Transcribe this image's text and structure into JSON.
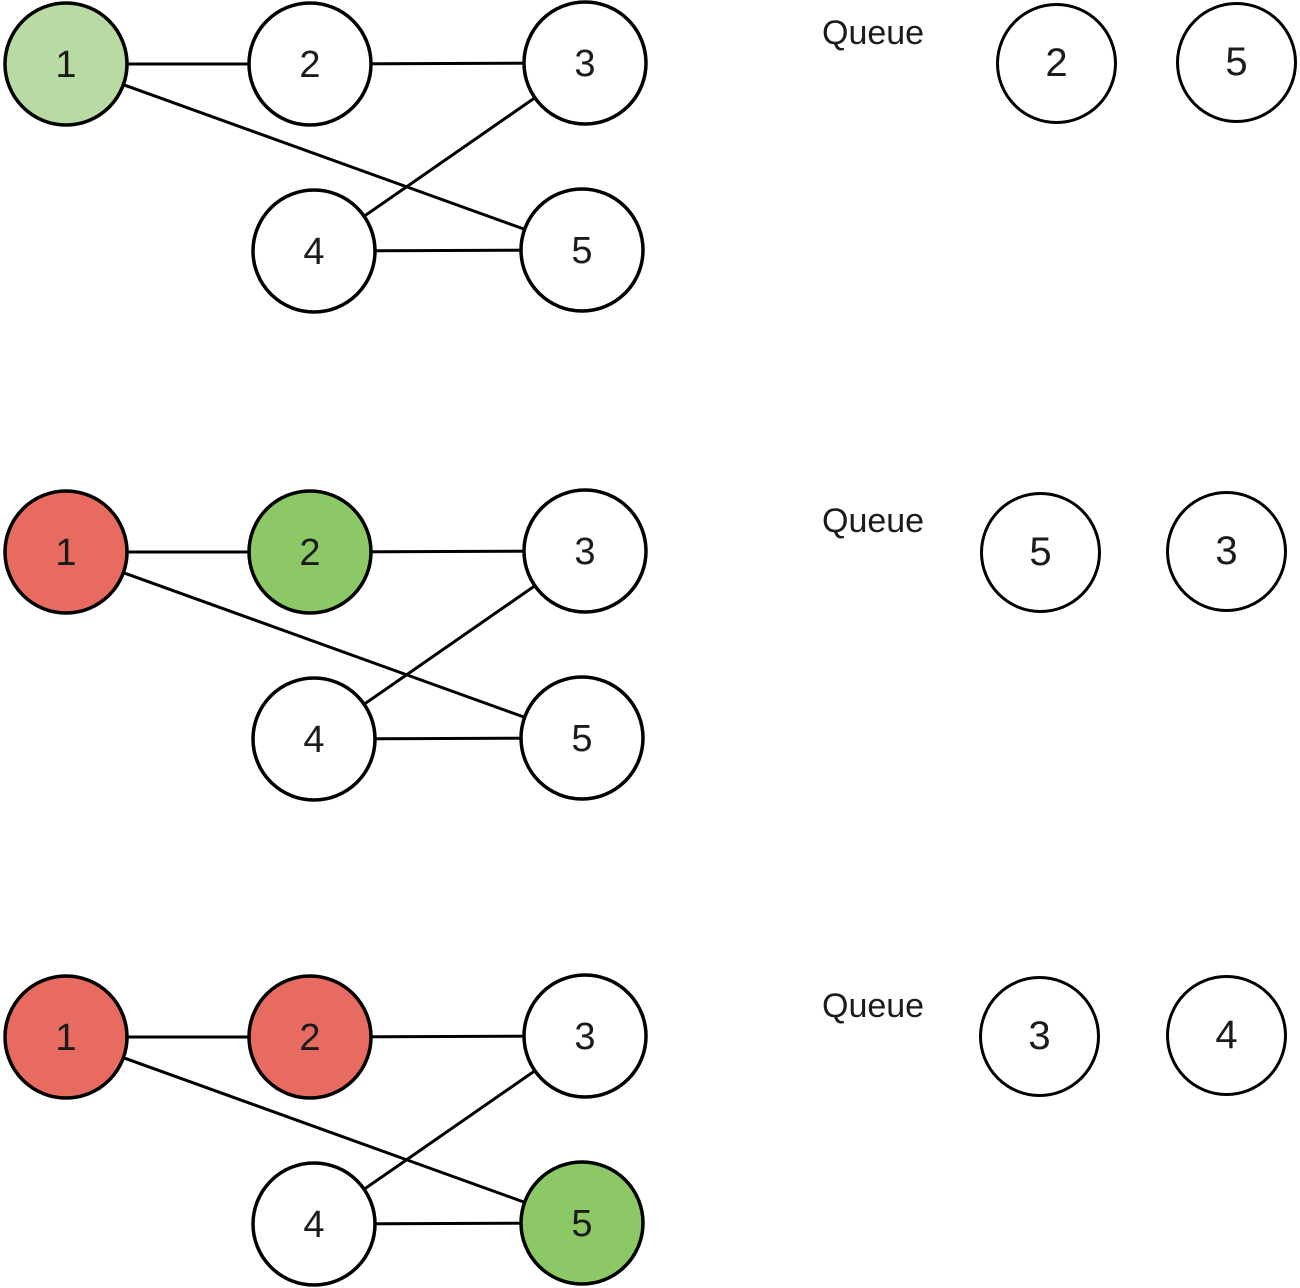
{
  "colors": {
    "node_start_light_green": "#b7dba3",
    "node_current_green": "#8cc966",
    "node_visited_red": "#e76b60",
    "node_unvisited_white": "#ffffff",
    "edge_stroke": "#000000",
    "text": "#1b1b1b"
  },
  "graph_structure": {
    "node_ids": [
      "1",
      "2",
      "3",
      "4",
      "5"
    ],
    "edges": [
      [
        "1",
        "2"
      ],
      [
        "2",
        "3"
      ],
      [
        "1",
        "5"
      ],
      [
        "3",
        "4"
      ],
      [
        "4",
        "5"
      ]
    ]
  },
  "rows": [
    {
      "queue_label": "Queue",
      "nodes": [
        {
          "id": "1",
          "fill": "#b7dba3"
        },
        {
          "id": "2",
          "fill": "#ffffff"
        },
        {
          "id": "3",
          "fill": "#ffffff"
        },
        {
          "id": "4",
          "fill": "#ffffff"
        },
        {
          "id": "5",
          "fill": "#ffffff"
        }
      ],
      "queue": [
        "2",
        "5"
      ]
    },
    {
      "queue_label": "Queue",
      "nodes": [
        {
          "id": "1",
          "fill": "#e76b60"
        },
        {
          "id": "2",
          "fill": "#8cc966"
        },
        {
          "id": "3",
          "fill": "#ffffff"
        },
        {
          "id": "4",
          "fill": "#ffffff"
        },
        {
          "id": "5",
          "fill": "#ffffff"
        }
      ],
      "queue": [
        "5",
        "3"
      ]
    },
    {
      "queue_label": "Queue",
      "nodes": [
        {
          "id": "1",
          "fill": "#e76b60"
        },
        {
          "id": "2",
          "fill": "#e76b60"
        },
        {
          "id": "3",
          "fill": "#ffffff"
        },
        {
          "id": "4",
          "fill": "#ffffff"
        },
        {
          "id": "5",
          "fill": "#8cc966"
        }
      ],
      "queue": [
        "3",
        "4"
      ]
    }
  ]
}
